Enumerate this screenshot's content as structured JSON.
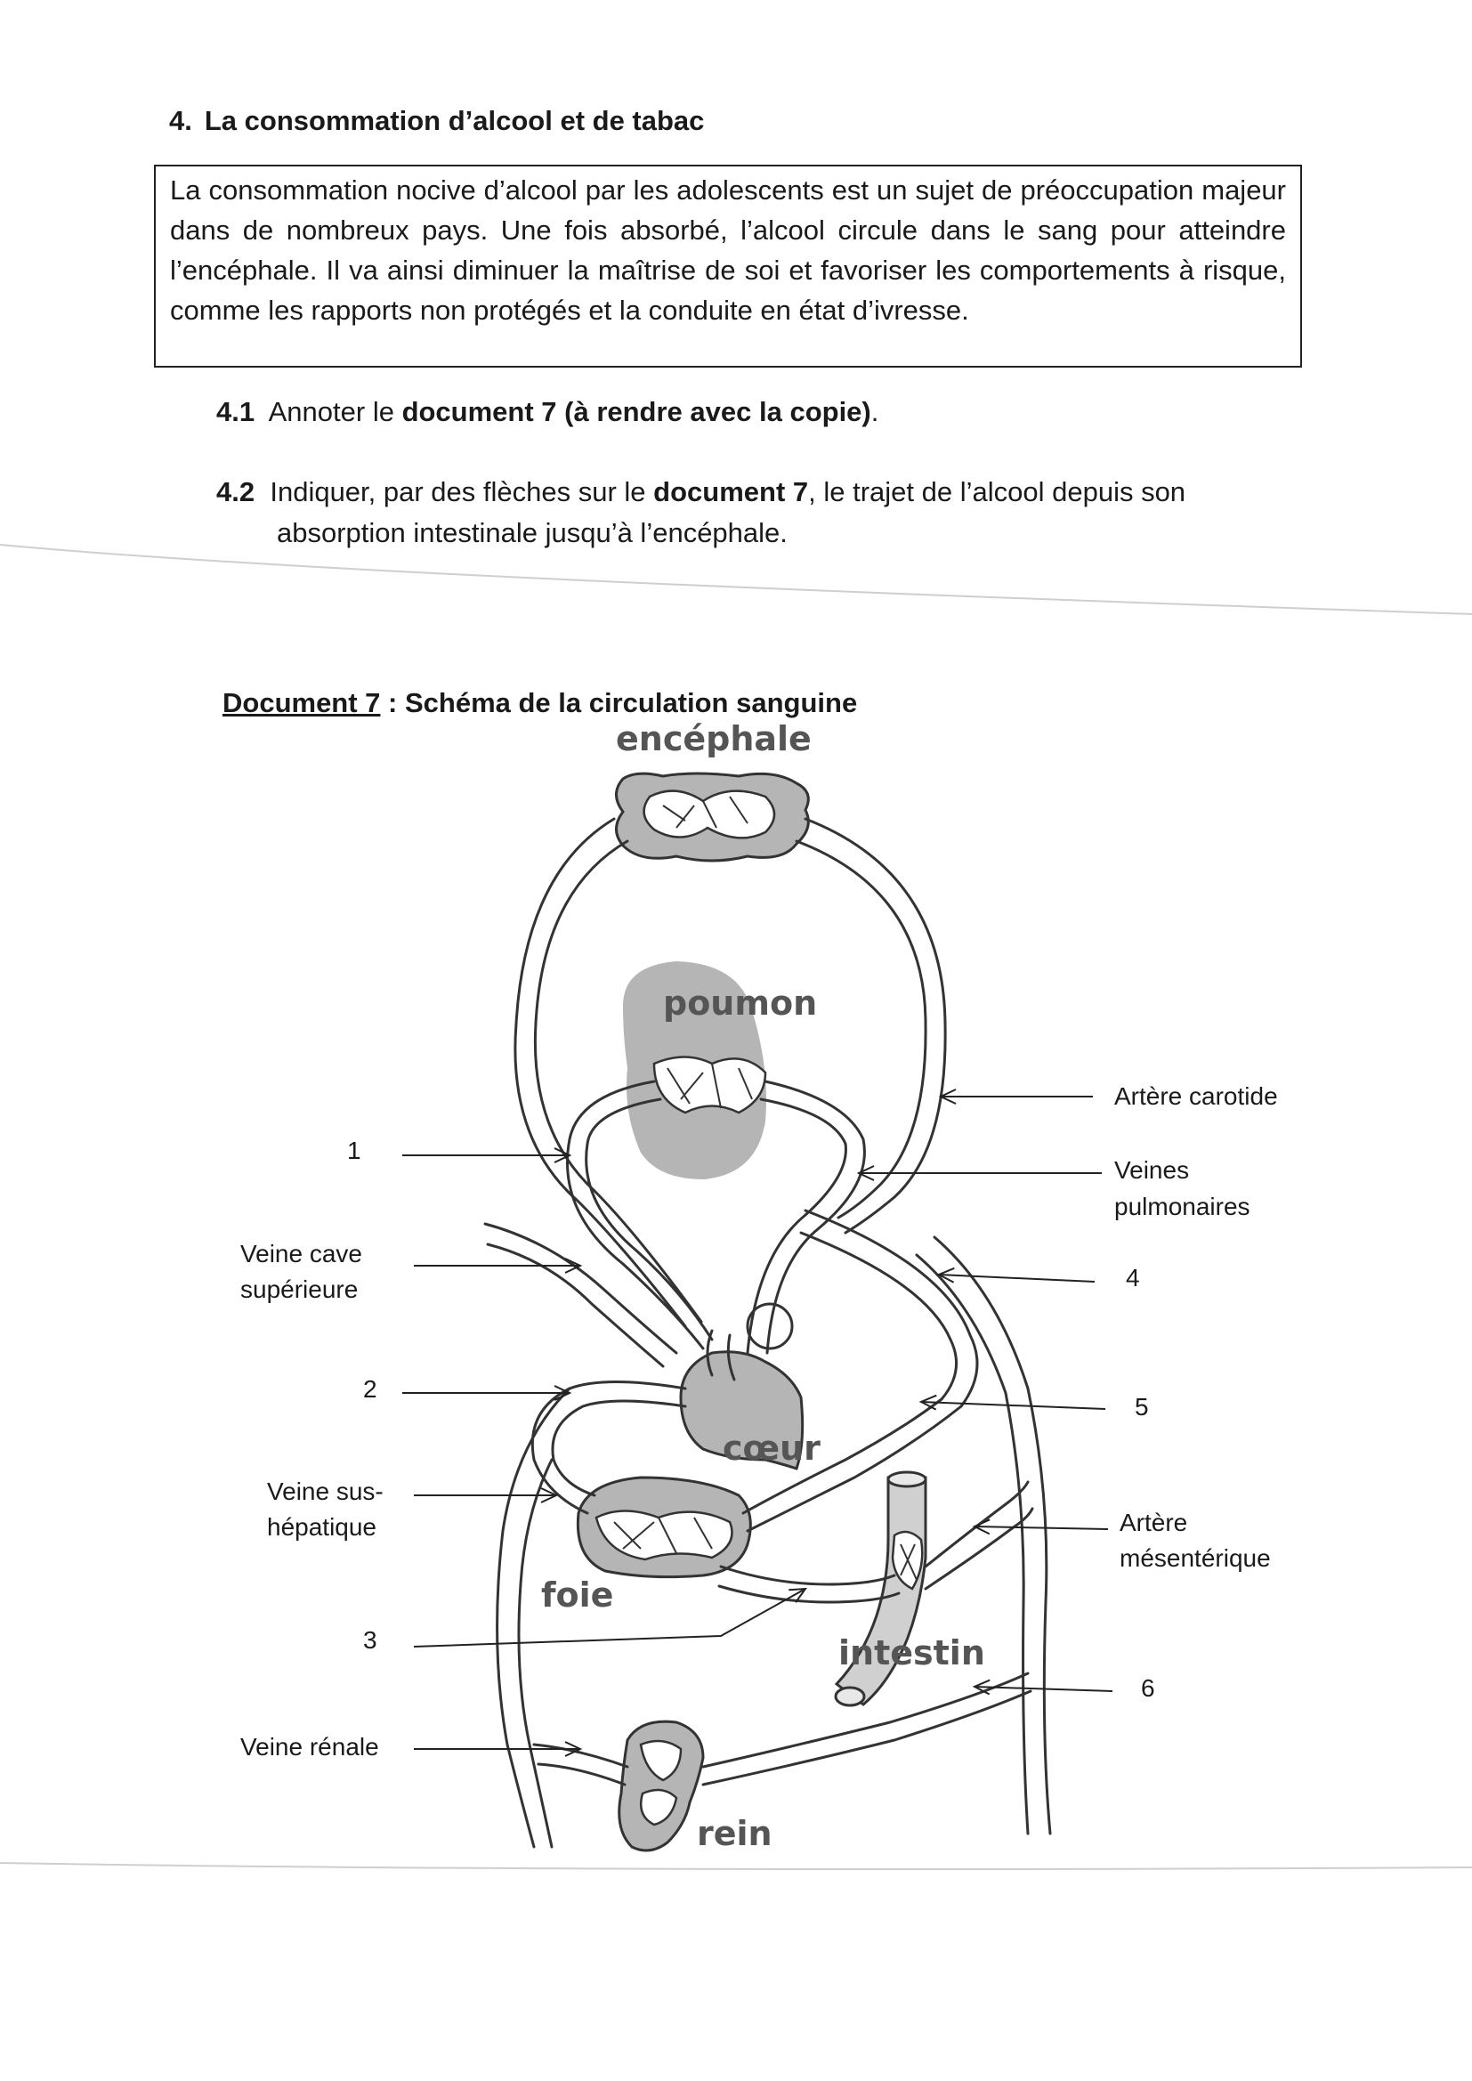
{
  "section": {
    "number": "4.",
    "title": "La consommation d’alcool et de tabac"
  },
  "intro_text": "La consommation nocive d’alcool par les adolescents est un sujet de préoccupation majeur dans de nombreux pays. Une fois absorbé, l’alcool circule dans le sang pour atteindre l’encéphale. Il va ainsi diminuer la maîtrise de soi et favoriser les comportements à risque, comme les rapports non protégés et la conduite en état d’ivresse.",
  "questions": [
    {
      "number": "4.1",
      "text_before": "Annoter le ",
      "bold": "document 7 (à rendre avec la copie)",
      "text_after": "."
    },
    {
      "number": "4.2",
      "text_before": "Indiquer, par des flèches sur le ",
      "bold": "document 7",
      "text_after": ", le trajet de l’alcool depuis son",
      "line2": "absorption intestinale jusqu’à l’encéphale."
    }
  ],
  "document": {
    "title_underlined": "Document 7",
    "title_rest": " : Schéma de la circulation sanguine"
  },
  "organs": {
    "encephale": "encéphale",
    "poumon": "poumon",
    "coeur": "cœur",
    "foie": "foie",
    "intestin": "intestin",
    "rein": "rein"
  },
  "labels": {
    "n1": "1",
    "veine_cave_1": "Veine cave",
    "veine_cave_2": "supérieure",
    "n2": "2",
    "veine_sus_1": "Veine sus-",
    "veine_sus_2": "hépatique",
    "n3": "3",
    "veine_renale": "Veine rénale",
    "artere_carotide": "Artère carotide",
    "veines_pulm_1": "Veines",
    "veines_pulm_2": "pulmonaires",
    "n4": "4",
    "n5": "5",
    "artere_mes_1": "Artère",
    "artere_mes_2": "mésentérique",
    "n6": "6"
  },
  "colors": {
    "text": "#1a1a1a",
    "organ_fill": "#b5b5b5",
    "vessel_stroke": "#333333",
    "organ_label": "#555555"
  }
}
